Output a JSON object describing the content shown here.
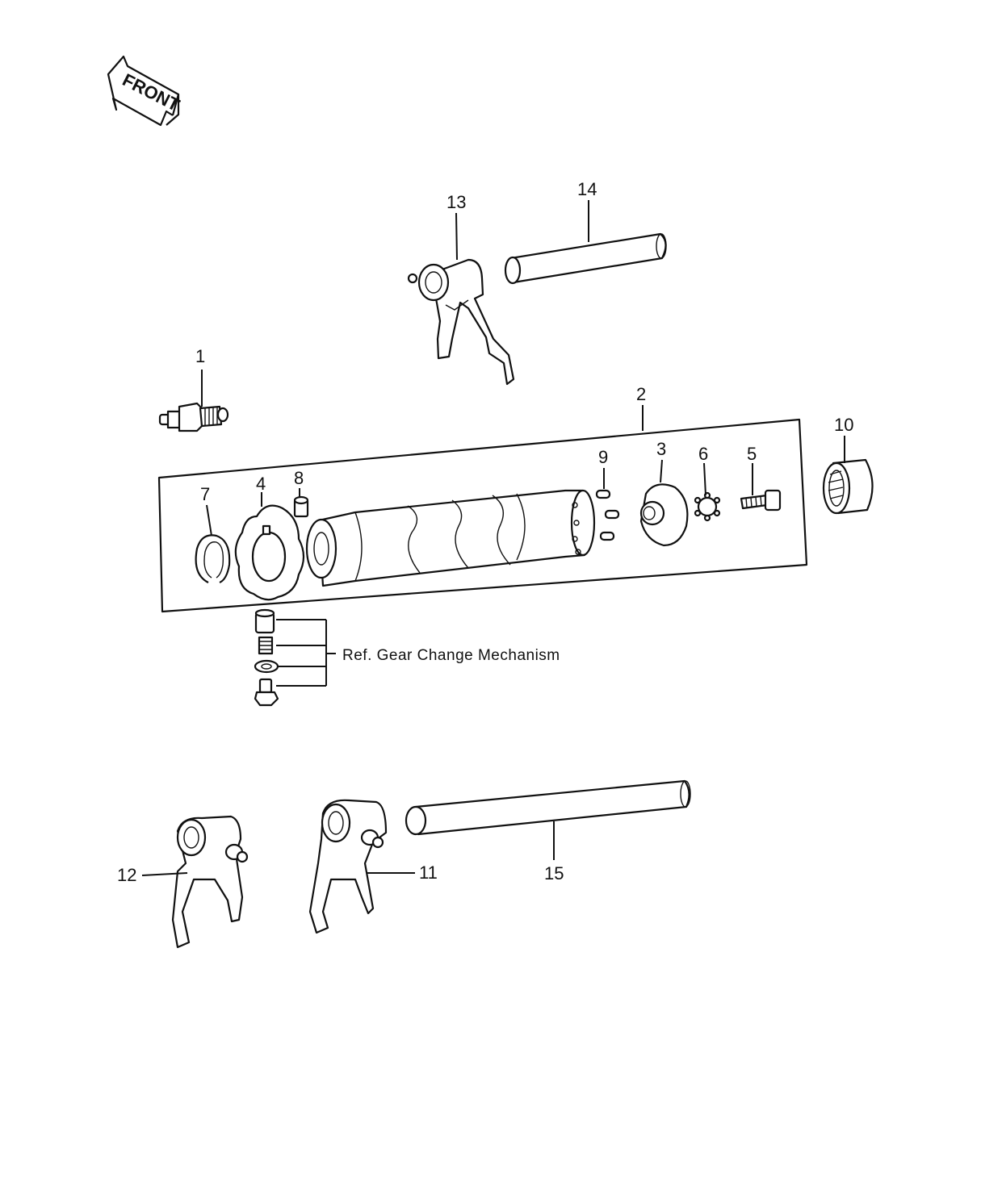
{
  "orientation": {
    "arrow_text": "FRONT",
    "icon": "front-direction-arrow-icon"
  },
  "callouts": {
    "c1": "1",
    "c2": "2",
    "c3": "3",
    "c4": "4",
    "c5": "5",
    "c6": "6",
    "c7": "7",
    "c8": "8",
    "c9": "9",
    "c10": "10",
    "c11": "11",
    "c12": "12",
    "c13": "13",
    "c14": "14",
    "c15": "15"
  },
  "reference_note": "Ref. Gear Change Mechanism",
  "parts": [
    {
      "callout": "1",
      "icon": "neutral-switch-icon"
    },
    {
      "callout": "2",
      "icon": "shift-drum-assembly-frame"
    },
    {
      "callout": "3",
      "icon": "drum-cam-plate-icon"
    },
    {
      "callout": "4",
      "icon": "stopper-star-plate-icon"
    },
    {
      "callout": "5",
      "icon": "bolt-icon"
    },
    {
      "callout": "6",
      "icon": "pin-plate-icon"
    },
    {
      "callout": "7",
      "icon": "circlip-icon"
    },
    {
      "callout": "8",
      "icon": "pin-icon"
    },
    {
      "callout": "9",
      "icon": "dowel-pins-icon"
    },
    {
      "callout": "10",
      "icon": "needle-bearing-icon"
    },
    {
      "callout": "11",
      "icon": "shift-fork-icon"
    },
    {
      "callout": "12",
      "icon": "shift-fork-icon"
    },
    {
      "callout": "13",
      "icon": "shift-fork-icon"
    },
    {
      "callout": "14",
      "icon": "fork-shaft-icon"
    },
    {
      "callout": "15",
      "icon": "fork-shaft-icon"
    }
  ]
}
